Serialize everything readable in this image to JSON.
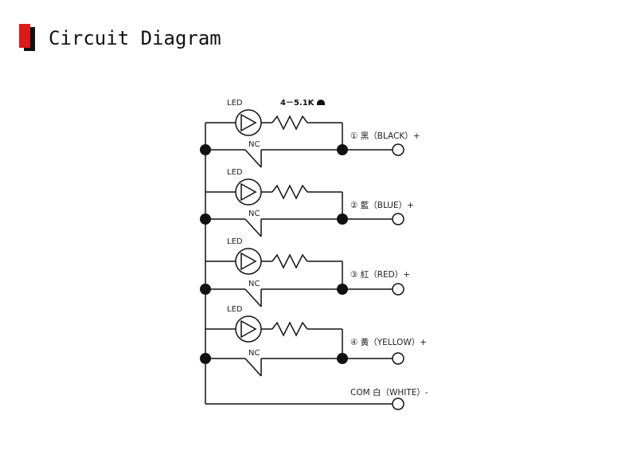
{
  "header": {
    "title": "Circuit Diagram"
  },
  "diagram": {
    "resistor_label": "4－5.1K",
    "led_label": "LED",
    "nc_label": "NC",
    "channels": [
      {
        "num": "①",
        "color_cn": "黑",
        "color_en": "BLACK",
        "polarity": "+"
      },
      {
        "num": "②",
        "color_cn": "藍",
        "color_en": "BLUE",
        "polarity": "+"
      },
      {
        "num": "③",
        "color_cn": "紅",
        "color_en": "RED",
        "polarity": "+"
      },
      {
        "num": "④",
        "color_cn": "黃",
        "color_en": "YELLOW",
        "polarity": "+"
      }
    ],
    "com": {
      "label": "COM",
      "color_cn": "白",
      "color_en": "WHITE",
      "polarity": "-"
    }
  }
}
